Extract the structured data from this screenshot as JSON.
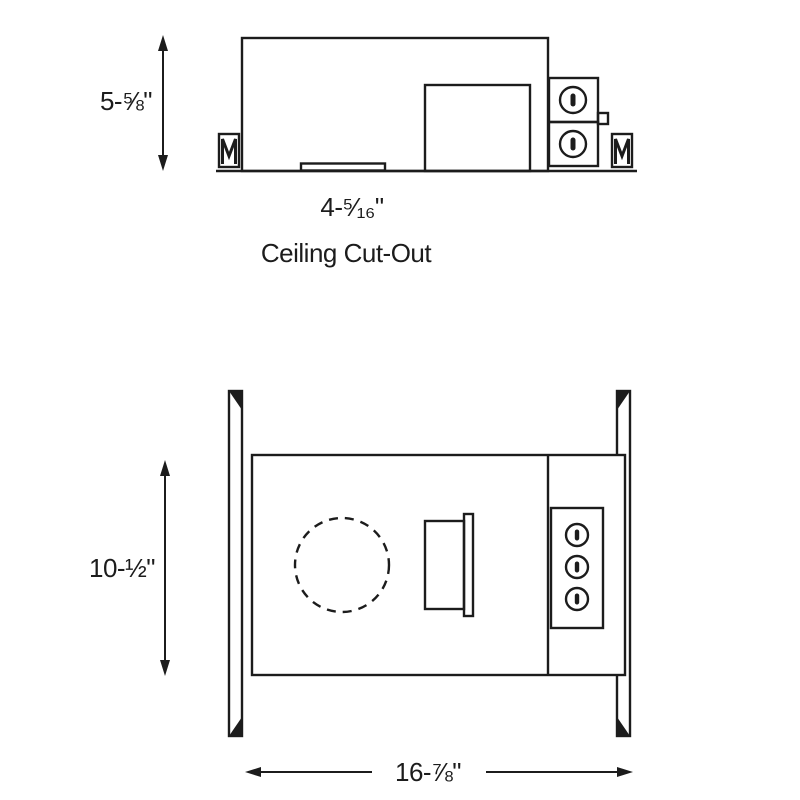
{
  "drawing": {
    "type": "technical-dimension-diagram",
    "caption": "Ceiling Cut-Out"
  },
  "top_view": {
    "height_dim": "5-⅝\"",
    "cutout_dim": "4-⁵⁄₁₆\"",
    "caption": "Ceiling Cut-Out"
  },
  "plan_view": {
    "height_dim": "10-½\"",
    "width_dim": "16-⅞\""
  },
  "colors": {
    "line": "#1c1c1c",
    "background": "#ffffff"
  }
}
